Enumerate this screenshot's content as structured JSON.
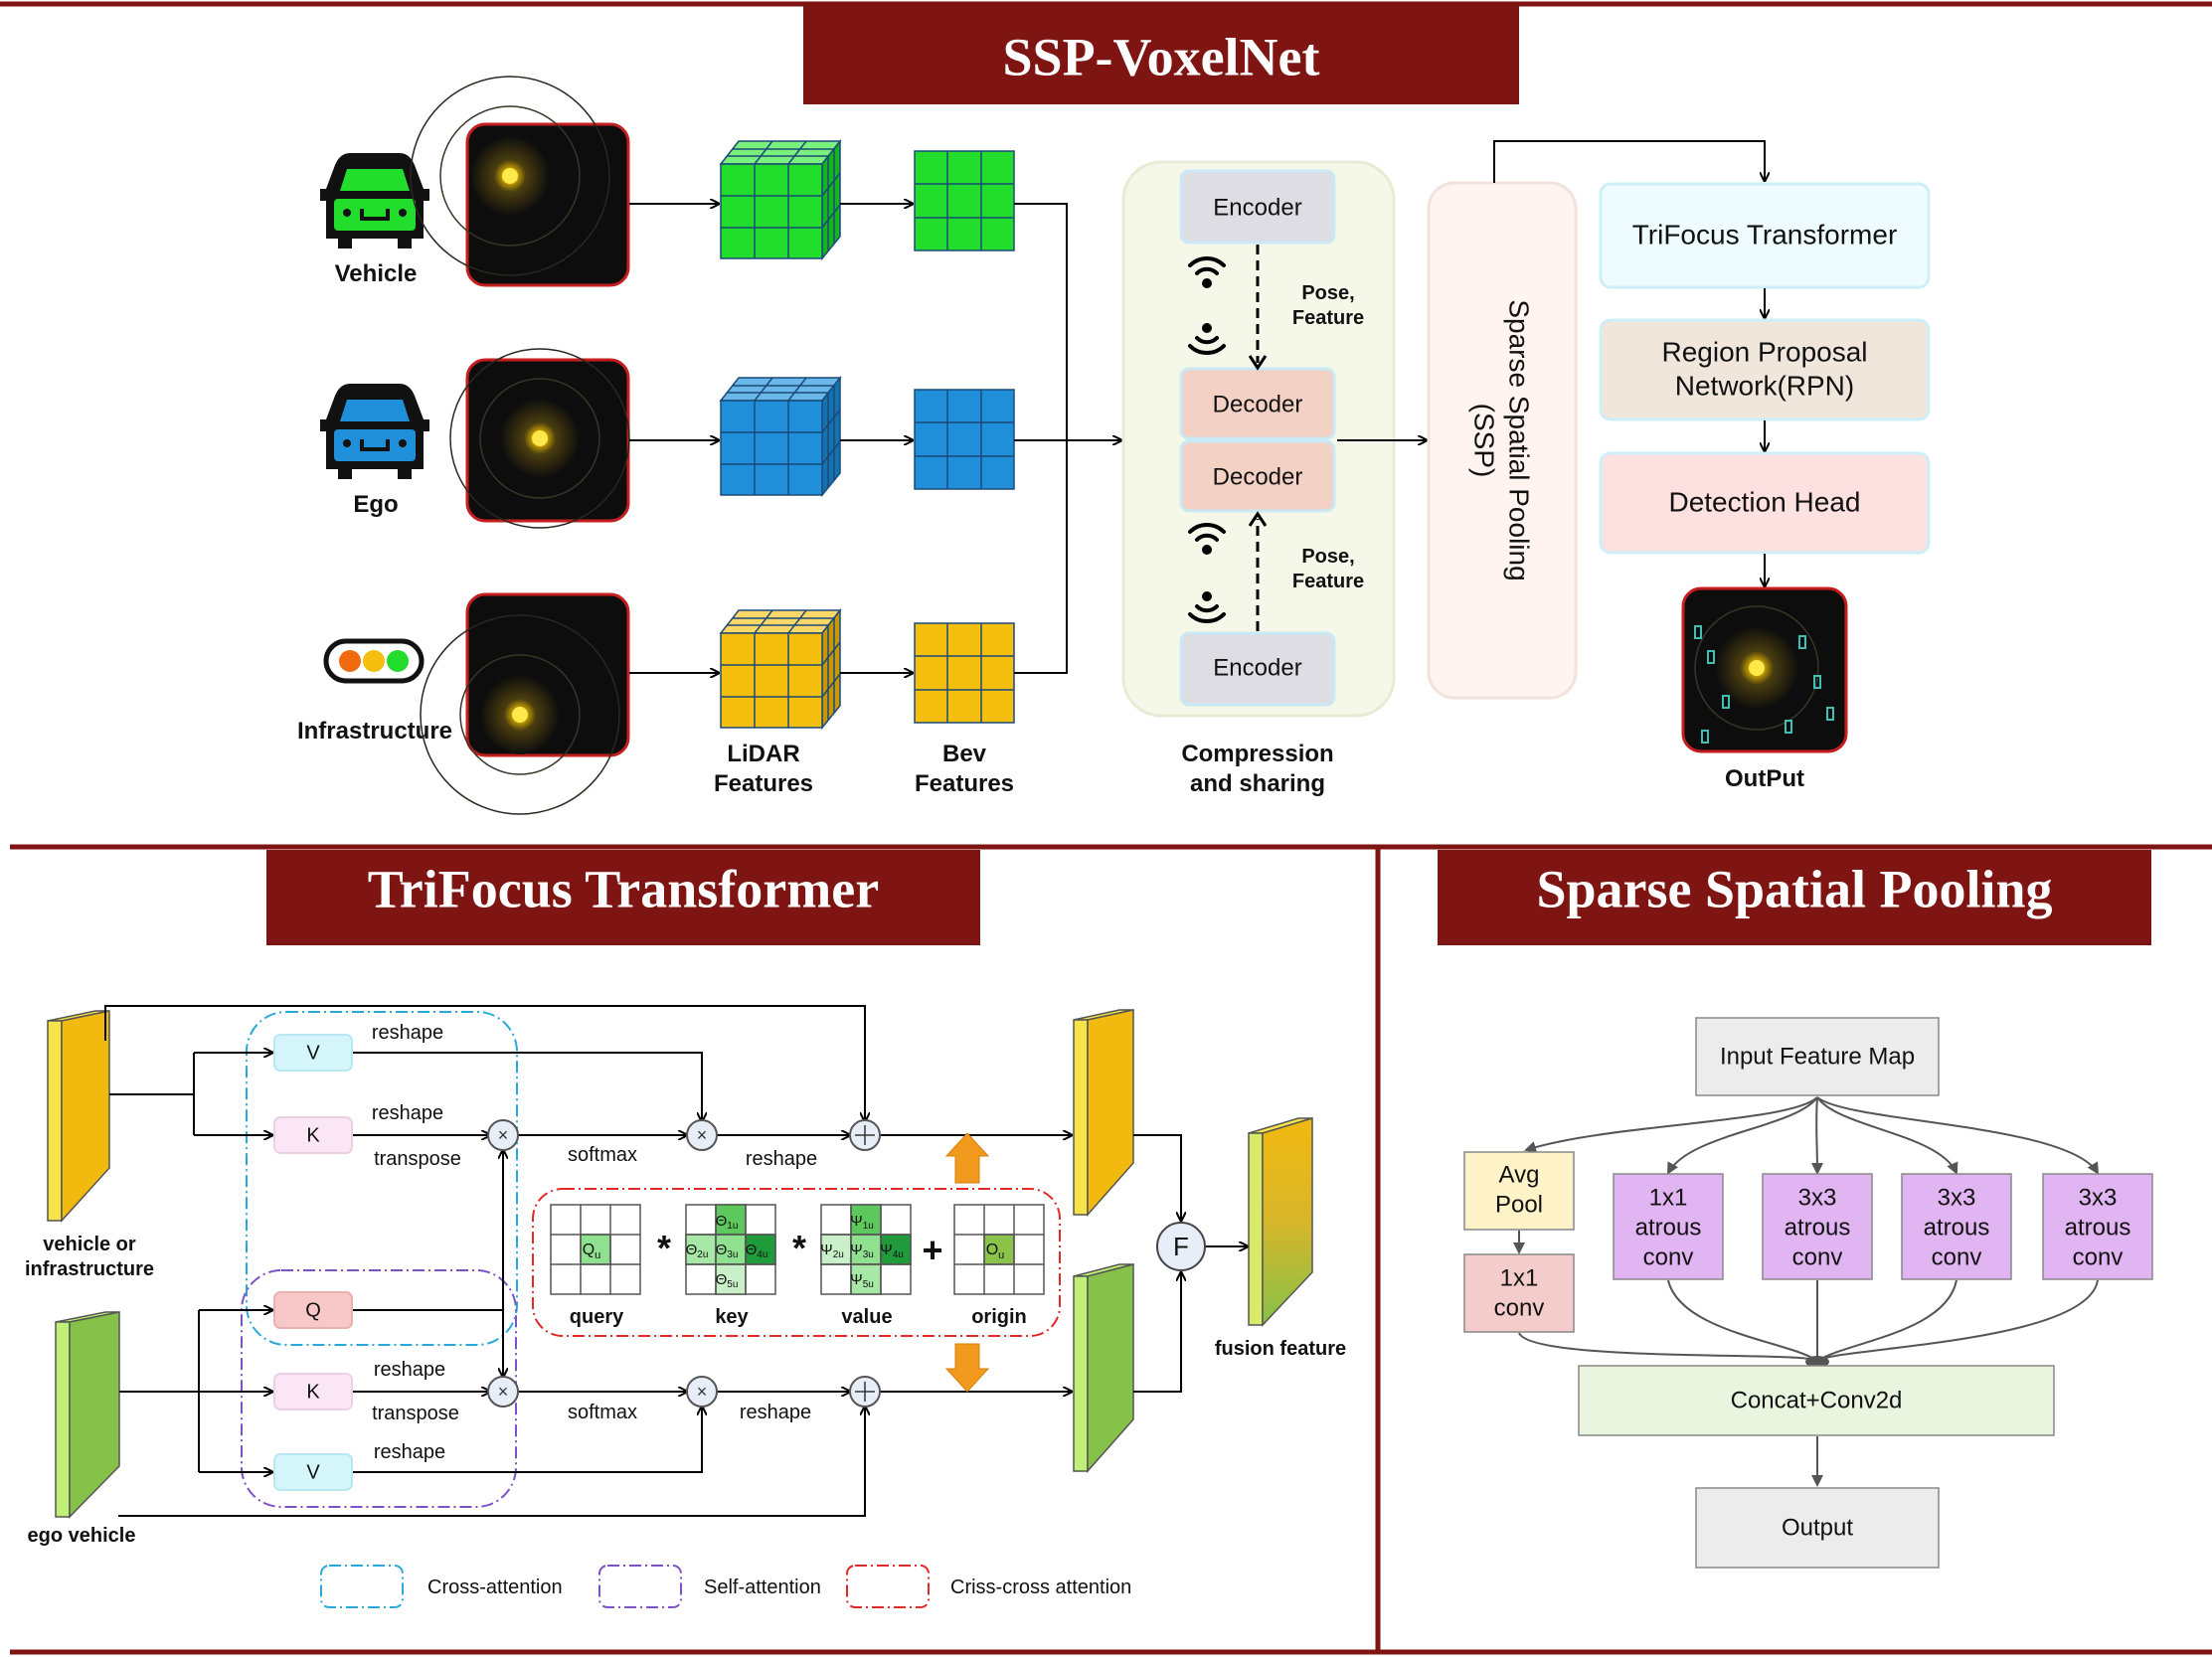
{
  "colors": {
    "banner": "#7e1512",
    "vehicle_green": "#22dd2c",
    "ego_blue": "#1e8fd8",
    "infra_yellow": "#f5bf0f",
    "encoder": "#dedde3",
    "decoder": "#f4d1c5",
    "compression_panel": "#f5f8e8",
    "ssp_panel": "#fff4f0",
    "trifocus_box": "#eefcff",
    "rpn_box": "#f1e6dc",
    "head_box": "#fde0e0",
    "cross_attention": "#29a9d9",
    "self_attention": "#7c52c8",
    "criss_cross": "#e02a2a",
    "orange_arrow": "#f29a1e",
    "avg_pool": "#fdf2c8",
    "conv_pink": "#f4cccc",
    "atrous_purple": "#e1b4f2",
    "concat": "#eaf5df",
    "gray_box": "#ececec"
  },
  "top": {
    "title": "SSP-VoxelNet",
    "agents": {
      "vehicle": "Vehicle",
      "ego": "Ego",
      "infrastructure": "Infrastructure"
    },
    "column_labels": {
      "lidar_line1": "LiDAR",
      "lidar_line2": "Features",
      "bev_line1": "Bev",
      "bev_line2": "Features",
      "compression_line1": "Compression",
      "compression_line2": "and sharing",
      "output": "OutPut"
    },
    "compression": {
      "encoder": "Encoder",
      "decoder": "Decoder",
      "pose_line1": "Pose,",
      "pose_line2": "Feature"
    },
    "ssp_vertical_line1": "Sparse Spatial Pooling",
    "ssp_vertical_line2": "(SSP)",
    "pipeline": {
      "trifocus": "TriFocus Transformer",
      "rpn_line1": "Region Proposal",
      "rpn_line2": "Network(RPN)",
      "head": "Detection Head"
    }
  },
  "trifocus": {
    "title": "TriFocus Transformer",
    "inputs": {
      "vehicle_line1": "vehicle or",
      "vehicle_line2": "infrastructure",
      "ego": "ego vehicle"
    },
    "boxes": {
      "v": "V",
      "k": "K",
      "q": "Q"
    },
    "ops": {
      "reshape": "reshape",
      "transpose": "transpose",
      "softmax": "softmax",
      "multiply": "×",
      "fusion": "F"
    },
    "criss_cross": {
      "query": "query",
      "key": "key",
      "value": "value",
      "origin": "origin",
      "star": "*",
      "plus": "+",
      "q_cell": "Q",
      "q_sub": "u",
      "o_cell": "O",
      "o_sub": "u",
      "key_cells": [
        {
          "sym": "Θ",
          "sub": "1u"
        },
        {
          "sym": "Θ",
          "sub": "2u"
        },
        {
          "sym": "Θ",
          "sub": "3u"
        },
        {
          "sym": "Θ",
          "sub": "4u"
        },
        {
          "sym": "Θ",
          "sub": "5u"
        }
      ],
      "value_cells": [
        {
          "sym": "Ψ",
          "sub": "1u"
        },
        {
          "sym": "Ψ",
          "sub": "2u"
        },
        {
          "sym": "Ψ",
          "sub": "3u"
        },
        {
          "sym": "Ψ",
          "sub": "4u"
        },
        {
          "sym": "Ψ",
          "sub": "5u"
        }
      ]
    },
    "fusion_label": "fusion feature",
    "legend": {
      "cross": "Cross-attention",
      "self": "Self-attention",
      "criss": "Criss-cross attention"
    }
  },
  "ssp": {
    "title": "Sparse Spatial Pooling",
    "input": "Input Feature Map",
    "avg_line1": "Avg",
    "avg_line2": "Pool",
    "conv_line1": "1x1",
    "conv_line2": "conv",
    "branches": [
      {
        "l1": "1x1",
        "l2": "atrous",
        "l3": "conv"
      },
      {
        "l1": "3x3",
        "l2": "atrous",
        "l3": "conv"
      },
      {
        "l1": "3x3",
        "l2": "atrous",
        "l3": "conv"
      },
      {
        "l1": "3x3",
        "l2": "atrous",
        "l3": "conv"
      }
    ],
    "concat": "Concat+Conv2d",
    "output": "Output"
  }
}
